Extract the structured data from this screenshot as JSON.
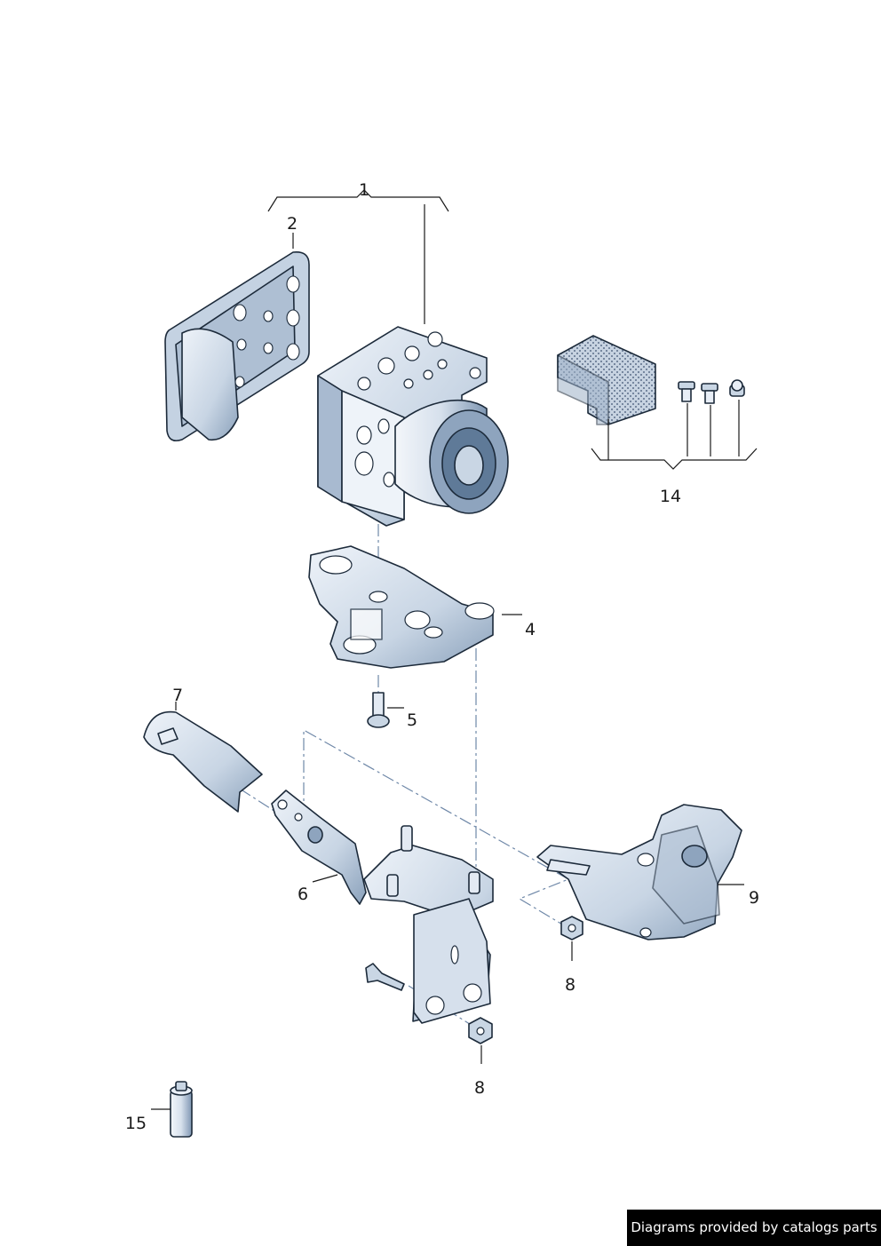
{
  "callouts": {
    "c1": "1",
    "c2": "2",
    "c4": "4",
    "c5": "5",
    "c6": "6",
    "c7": "7",
    "c8a": "8",
    "c8b": "8",
    "c9": "9",
    "c14": "14",
    "c15": "15"
  },
  "parts": [
    {
      "ref": "1",
      "name": "abs-unit"
    },
    {
      "ref": "2",
      "name": "control-module"
    },
    {
      "ref": "4",
      "name": "mounting-bracket"
    },
    {
      "ref": "5",
      "name": "bolt"
    },
    {
      "ref": "6",
      "name": "bracket"
    },
    {
      "ref": "7",
      "name": "heat-shield-small"
    },
    {
      "ref": "8",
      "name": "nut"
    },
    {
      "ref": "9",
      "name": "heat-shield-large"
    },
    {
      "ref": "14",
      "name": "repair-kit"
    },
    {
      "ref": "15",
      "name": "sleeve"
    }
  ],
  "colors": {
    "part_fill": "#d9e3ef",
    "part_shade": "#8fa6c0",
    "part_dark": "#5f7a98",
    "outline": "#1c2a3a",
    "axis_line": "#6f88a8"
  },
  "credit": "Diagrams provided by catalogs parts"
}
